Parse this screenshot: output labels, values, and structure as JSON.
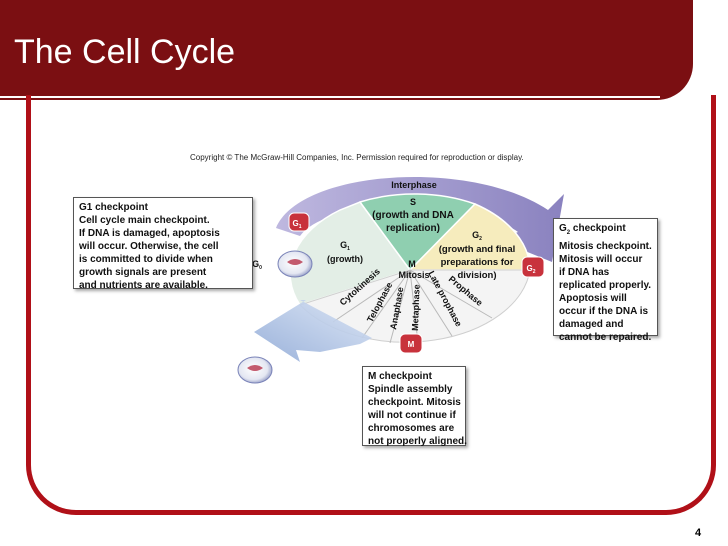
{
  "slide": {
    "title": "The Cell Cycle",
    "page_number": "4"
  },
  "copyright": "Copyright © The McGraw-Hill Companies, Inc. Permission required for reproduction or display.",
  "diagram": {
    "interphase_label": "Interphase",
    "s_phase": {
      "letter": "S",
      "line1": "(growth and DNA",
      "line2": "replication)"
    },
    "g1_phase": {
      "letter": "G",
      "sub": "1",
      "desc": "(growth)"
    },
    "g2_phase": {
      "letter": "G",
      "sub": "2",
      "line1": "(growth and final",
      "line2": "preparations for",
      "line3": "division)"
    },
    "g0_label": {
      "letter": "G",
      "sub": "0"
    },
    "m_phase": {
      "letter": "M",
      "desc": "Mitosis"
    },
    "mitosis_phases": [
      "Cytokinesis",
      "Telophase",
      "Anaphase",
      "Metaphase",
      "Late prophase",
      "Prophase"
    ],
    "checkpoint_badges": {
      "g1": {
        "letter": "G",
        "sub": "1"
      },
      "g2": {
        "letter": "G",
        "sub": "2"
      },
      "m": {
        "letter": "M"
      }
    }
  },
  "checkpoints": {
    "g1": {
      "lines": [
        "G1 checkpoint",
        "Cell cycle main checkpoint.",
        "If DNA is damaged, apoptosis",
        "will occur. Otherwise, the cell",
        "is committed to divide when",
        "growth signals are present",
        "and nutrients are available."
      ]
    },
    "g2": {
      "title_letter": "G",
      "title_sub": "2",
      "title_rest": " checkpoint",
      "lines": [
        "Mitosis checkpoint.",
        "Mitosis will occur",
        "if DNA has",
        "replicated properly.",
        "Apoptosis will",
        "occur if the DNA is",
        "damaged and",
        "cannot be repaired."
      ]
    },
    "m": {
      "lines": [
        "M checkpoint",
        "Spindle assembly",
        "checkpoint. Mitosis",
        "will not continue if",
        "chromosomes are",
        "not properly aligned."
      ]
    }
  },
  "colors": {
    "title_bar": "#7b0f12",
    "frame": "#b01018",
    "g1_wedge": "#e3eee6",
    "s_wedge": "#8fcfb0",
    "g2_wedge": "#f6ecbd",
    "mitosis_wedge": "#f4f4f4",
    "badge": "#c8323c",
    "arrow_purple": "#8f86c4",
    "arrow_blue": "#a6bde0"
  }
}
